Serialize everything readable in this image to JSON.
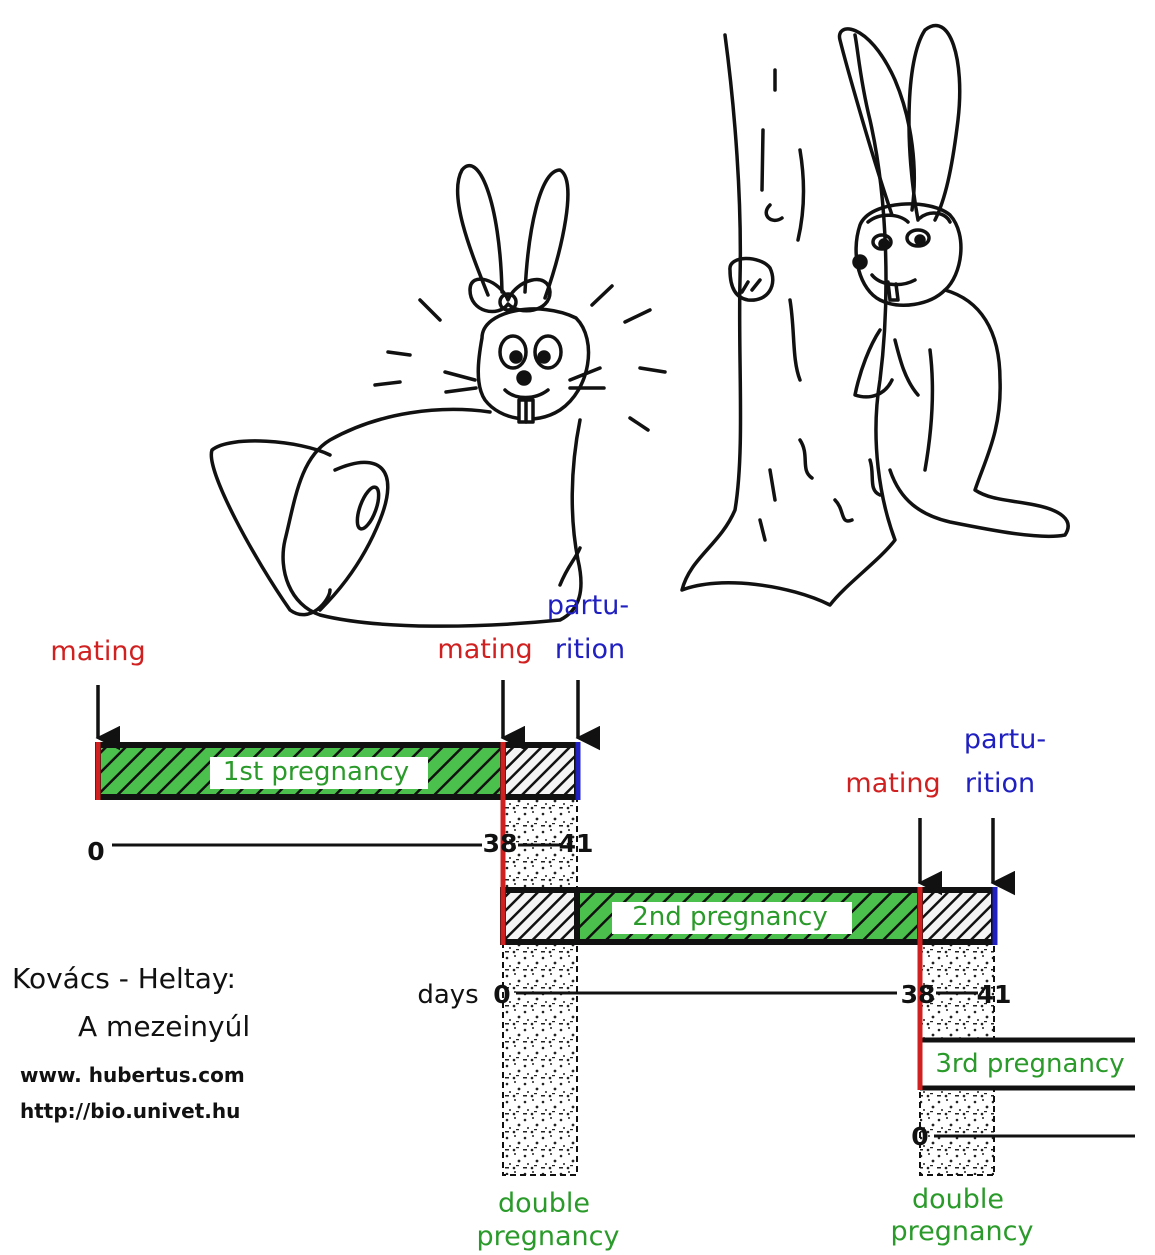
{
  "labels": {
    "mating_1": "mating",
    "mating_2": "mating",
    "mating_3": "mating",
    "parturition_1_line1": "partu-",
    "parturition_1_line2": "rition",
    "parturition_2_line1": "partu-",
    "parturition_2_line2": "rition",
    "pregnancy_1": "1st pregnancy",
    "pregnancy_2": "2nd  pregnancy",
    "pregnancy_3": "3rd pregnancy",
    "double_1_line1": "double",
    "double_1_line2": "pregnancy",
    "double_2_line1": "double",
    "double_2_line2": "pregnancy",
    "days": "days"
  },
  "axes": {
    "row1": {
      "start": "0",
      "mid": "38",
      "end": "41"
    },
    "row2": {
      "start": "0",
      "mid": "38",
      "end": "41"
    },
    "row3": {
      "start": "0"
    }
  },
  "credits": {
    "author": "Kovács - Heltay:",
    "title": "A mezeinyúl",
    "url1": "www. hubertus.com",
    "url2": "http://bio.univet.hu"
  },
  "colors": {
    "mating": "#d02020",
    "parturition": "#2020c0",
    "pregnancy": "#2a9a2a",
    "ink": "#111111"
  }
}
